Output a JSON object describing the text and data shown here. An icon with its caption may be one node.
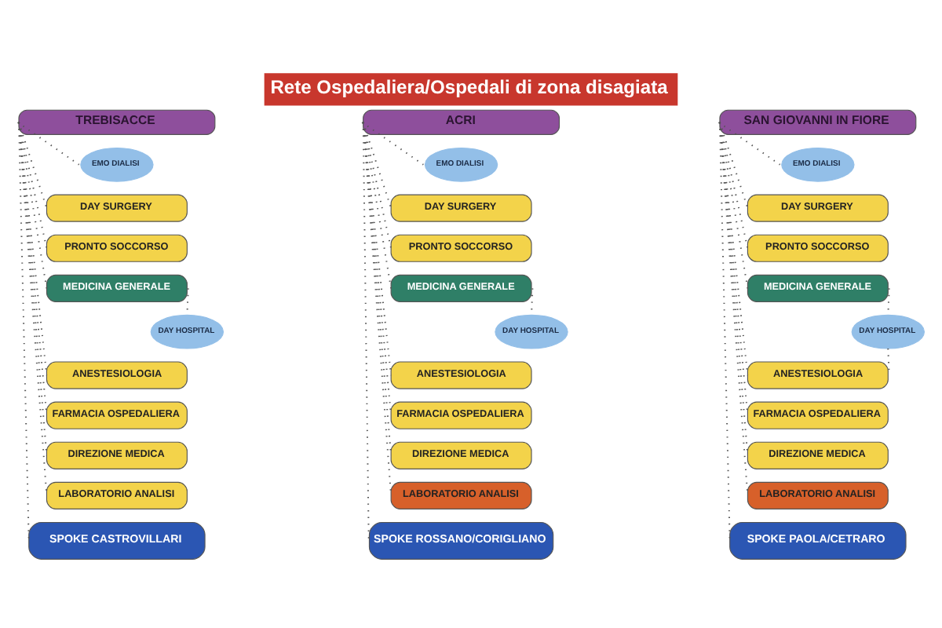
{
  "diagram": {
    "title": "Rete Ospedaliera/Ospedali di zona disagiata",
    "nodes": [
      {
        "text": [
          "TREBISACCE"
        ]
      },
      {
        "text": [
          "EMO DIALISI"
        ]
      },
      {
        "text": [
          "DAY SURGERY"
        ]
      },
      {
        "text": [
          "PRONTO SOCCORSO"
        ]
      },
      {
        "text": [
          "MEDICINA GENERALE"
        ]
      },
      {
        "text": [
          "DAY HOSPITAL"
        ]
      },
      {
        "text": [
          "ANESTESIOLOGIA"
        ]
      },
      {
        "text": [
          "FARMACIA OSPEDALIERA"
        ]
      },
      {
        "text": [
          "DIREZIONE MEDICA"
        ]
      },
      {
        "text": [
          "LABORATORIO ANALISI"
        ]
      },
      {
        "text": [
          "SPOKE CASTROVILLARI"
        ]
      },
      {
        "text": [
          "ACRI"
        ]
      },
      {
        "text": [
          "EMO DIALISI"
        ]
      },
      {
        "text": [
          "DAY SURGERY"
        ]
      },
      {
        "text": [
          "PRONTO SOCCORSO"
        ]
      },
      {
        "text": [
          "MEDICINA GENERALE"
        ]
      },
      {
        "text": [
          "DAY HOSPITAL"
        ]
      },
      {
        "text": [
          "ANESTESIOLOGIA"
        ]
      },
      {
        "text": [
          "FARMACIA OSPEDALIERA"
        ]
      },
      {
        "text": [
          "DIREZIONE MEDICA"
        ]
      },
      {
        "text": [
          "LABORATORIO ANALISI"
        ]
      },
      {
        "text": [
          "SPOKE ROSSANO/CORIGLIANO"
        ]
      },
      {
        "text": [
          "SAN GIOVANNI IN FIORE"
        ]
      },
      {
        "text": [
          "EMO DIALISI"
        ]
      },
      {
        "text": [
          "DAY SURGERY"
        ]
      },
      {
        "text": [
          "PRONTO SOCCORSO"
        ]
      },
      {
        "text": [
          "MEDICINA GENERALE"
        ]
      },
      {
        "text": [
          "DAY HOSPITAL"
        ]
      },
      {
        "text": [
          "ANESTESIOLOGIA"
        ]
      },
      {
        "text": [
          "FARMACIA OSPEDALIERA"
        ]
      },
      {
        "text": [
          "DIREZIONE MEDICA"
        ]
      },
      {
        "text": [
          "LABORATORIO ANALISI"
        ]
      },
      {
        "text": [
          "SPOKE PAOLA/CETRARO"
        ]
      }
    ],
    "edges": [
      {
        "from": 0,
        "to": 1,
        "arrow": "none"
      },
      {
        "from": 0,
        "to": 2,
        "arrow": "none"
      },
      {
        "from": 0,
        "to": 3,
        "arrow": "none"
      },
      {
        "from": 0,
        "to": 4,
        "arrow": "none"
      },
      {
        "from": 0,
        "to": 6,
        "arrow": "none"
      },
      {
        "from": 0,
        "to": 7,
        "arrow": "none"
      },
      {
        "from": 0,
        "to": 8,
        "arrow": "none"
      },
      {
        "from": 0,
        "to": 9,
        "arrow": "none"
      },
      {
        "from": 0,
        "to": 10,
        "arrow": "none"
      },
      {
        "from": 4,
        "to": 5,
        "arrow": "none"
      },
      {
        "from": 11,
        "to": 12,
        "arrow": "none"
      },
      {
        "from": 11,
        "to": 13,
        "arrow": "none"
      },
      {
        "from": 11,
        "to": 14,
        "arrow": "none"
      },
      {
        "from": 11,
        "to": 15,
        "arrow": "none"
      },
      {
        "from": 11,
        "to": 17,
        "arrow": "none"
      },
      {
        "from": 11,
        "to": 18,
        "arrow": "none"
      },
      {
        "from": 11,
        "to": 19,
        "arrow": "none"
      },
      {
        "from": 11,
        "to": 20,
        "arrow": "none"
      },
      {
        "from": 11,
        "to": 21,
        "arrow": "none"
      },
      {
        "from": 15,
        "to": 16,
        "arrow": "none"
      },
      {
        "from": 22,
        "to": 23,
        "arrow": "none"
      },
      {
        "from": 22,
        "to": 24,
        "arrow": "none"
      },
      {
        "from": 22,
        "to": 25,
        "arrow": "none"
      },
      {
        "from": 22,
        "to": 26,
        "arrow": "none"
      },
      {
        "from": 22,
        "to": 28,
        "arrow": "none"
      },
      {
        "from": 22,
        "to": 29,
        "arrow": "none"
      },
      {
        "from": 22,
        "to": 30,
        "arrow": "none"
      },
      {
        "from": 22,
        "to": 31,
        "arrow": "none"
      },
      {
        "from": 22,
        "to": 32,
        "arrow": "none"
      },
      {
        "from": 26,
        "to": 27,
        "arrow": "none"
      },
      {
        "from": 27,
        "to": 28,
        "arrow": "none"
      }
    ]
  }
}
